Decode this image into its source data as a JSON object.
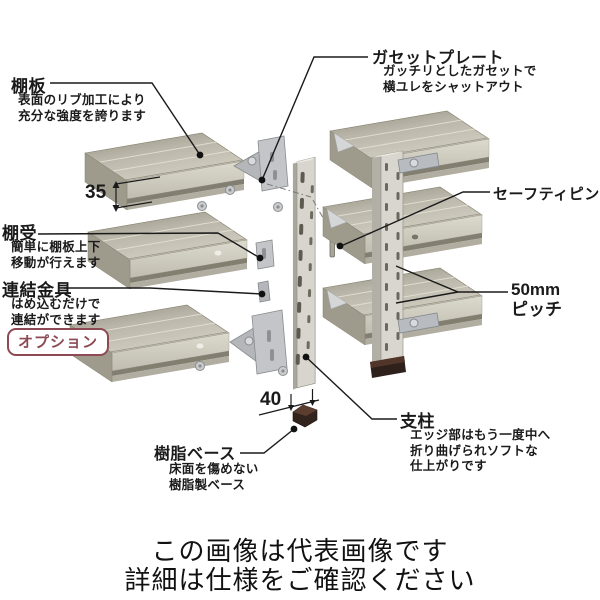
{
  "callouts": {
    "shelf_board": {
      "title": "棚板",
      "desc": [
        "表面のリブ加工により",
        "充分な強度を誇ります"
      ]
    },
    "gusset_plate": {
      "title": "ガセットプレート",
      "desc": [
        "ガッチリとしたガセットで",
        "横ユレをシャットアウト"
      ]
    },
    "shelf_support": {
      "title": "棚受",
      "desc": [
        "簡単に棚板上下",
        "移動が行えます"
      ]
    },
    "connector": {
      "title": "連結金具",
      "desc": [
        "はめ込むだけで",
        "連結ができます"
      ],
      "badge": "オプション"
    },
    "resin_base": {
      "title": "樹脂ベース",
      "desc": [
        "床面を傷めない",
        "樹脂製ベース"
      ]
    },
    "support_post": {
      "title": "支柱",
      "desc": [
        "エッジ部はもう一度中へ",
        "折り曲げられソフトな",
        "仕上がりです"
      ]
    },
    "safety_pin": {
      "title": "セーフティピン"
    },
    "pitch": {
      "line1": "50mm",
      "line2": "ピッチ"
    }
  },
  "dimensions": {
    "shelf_front_height": "35",
    "base_width": "40"
  },
  "footer": {
    "line1": "この画像は代表画像です",
    "line2": "詳細は仕様をご確認ください"
  },
  "colors": {
    "badge_accent": "#8e4a54",
    "callout_line": "#1a1a1a",
    "shelf_light": "#c7c3b6",
    "shelf_dark": "#8e8b7d",
    "column": "#d7d5cd",
    "resin": "#32231d"
  }
}
